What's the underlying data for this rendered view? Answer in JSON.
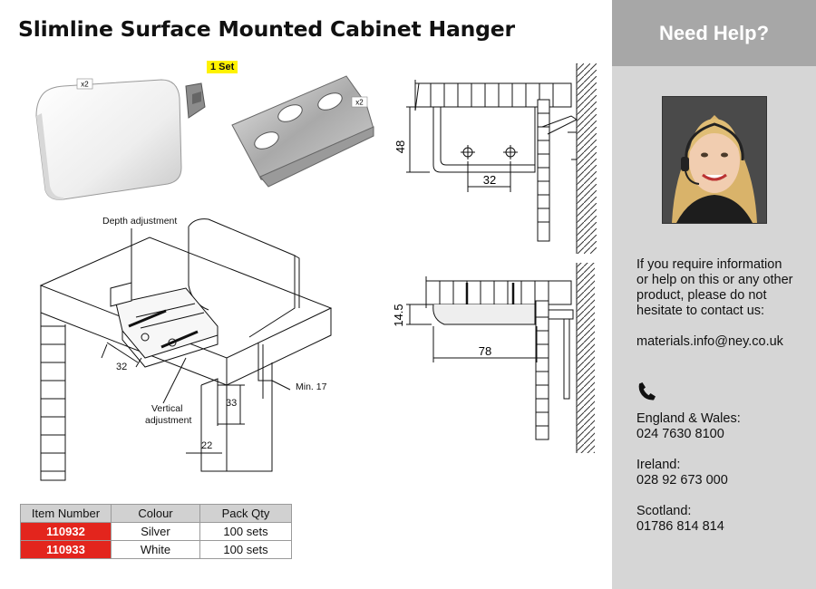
{
  "title": "Slimline Surface Mounted Cabinet Hanger",
  "badge": "1 Set",
  "qty_labels": {
    "hanger": "x2",
    "plate": "x2"
  },
  "dimensions": {
    "depth_adjustment": "Depth adjustment",
    "vertical_adjustment_line1": "Vertical",
    "vertical_adjustment_line2": "adjustment",
    "d32_iso": "32",
    "d33": "33",
    "d22": "22",
    "min17": "Min. 17",
    "d48": "48",
    "d32_side": "32",
    "d14_5": "14.5",
    "d78": "78"
  },
  "table": {
    "headers": [
      "Item Number",
      "Colour",
      "Pack Qty"
    ],
    "rows": [
      {
        "item": "110932",
        "colour": "Silver",
        "pack": "100 sets"
      },
      {
        "item": "110933",
        "colour": "White",
        "pack": "100 sets"
      }
    ]
  },
  "sidebar": {
    "heading": "Need Help?",
    "intro": [
      "If you require information",
      "or help on this or any other",
      "product, please do not",
      "hesitate to contact us:"
    ],
    "email": "materials.info@ney.co.uk",
    "contacts": [
      {
        "region": "England & Wales:",
        "phone": "024 7630 8100"
      },
      {
        "region": "Ireland:",
        "phone": "028 92 673 000"
      },
      {
        "region": "Scotland:",
        "phone": "01786 814 814"
      }
    ]
  },
  "colors": {
    "accent_red": "#e3251d",
    "badge_yellow": "#fff200",
    "sidebar_bg": "#d6d6d6",
    "header_bg": "#a7a7a7"
  },
  "icons": [
    "phone-icon"
  ]
}
